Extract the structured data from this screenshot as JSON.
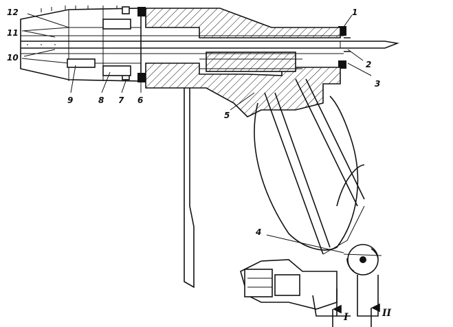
{
  "labels": {
    "l1": "1",
    "l2": "2",
    "l3": "3",
    "l4": "4",
    "l5": "5",
    "l6": "6",
    "l7": "7",
    "l8": "8",
    "l9": "9",
    "l10": "10",
    "l11": "11",
    "l12": "12",
    "inlet_1": "I",
    "inlet_2": "II"
  }
}
